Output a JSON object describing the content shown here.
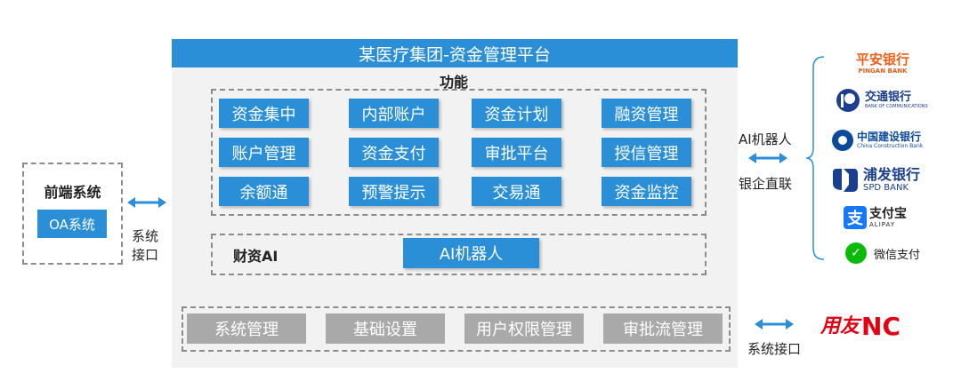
{
  "platform": {
    "title": "某医疗集团-资金管理平台",
    "function_label": "功能",
    "functions": [
      [
        "资金集中",
        "内部账户",
        "资金计划",
        "融资管理"
      ],
      [
        "账户管理",
        "资金支付",
        "审批平台",
        "授信管理"
      ],
      [
        "余额通",
        "预警提示",
        "交易通",
        "资金监控"
      ]
    ],
    "ai_section_label": "财资AI",
    "ai_button": "AI机器人",
    "base_modules": [
      "系统管理",
      "基础设置",
      "用户权限管理",
      "审批流管理"
    ]
  },
  "frontend": {
    "title": "前端系统",
    "oa_label": "OA系统",
    "interface_label_line1": "系统",
    "interface_label_line2": "接口"
  },
  "bank_link": {
    "ai_label": "AI机器人",
    "direct_label": "银企直联"
  },
  "banks": {
    "pingan_cn": "平安银行",
    "pingan_en": "PINGAN BANK",
    "comm_cn": "交通银行",
    "comm_en": "BANK OF COMMUNICATIONS",
    "ccb_cn": "中国建设银行",
    "ccb_en": "China Construction Bank",
    "spdb_cn": "浦发银行",
    "spdb_en": "SPD BANK",
    "alipay_cn": "支付宝",
    "alipay_en": "ALIPAY",
    "wechat_cn": "微信支付"
  },
  "nc": {
    "interface_label": "系统接口",
    "brand_cn": "用友",
    "brand_en": "NC"
  },
  "colors": {
    "title_bar": "#2a8fd6",
    "panel_bg": "#f2f2f2",
    "function_button": "#2a8fd6",
    "base_button": "#a9a9a9",
    "arrow": "#2a8fd6",
    "pingan": "#e8611a",
    "comm": "#1d3f8f",
    "ccb": "#0a4a9c",
    "spdb": "#1a3f8f",
    "alipay": "#1677ff",
    "wechat": "#09bb07",
    "yonyou": "#e60012"
  }
}
